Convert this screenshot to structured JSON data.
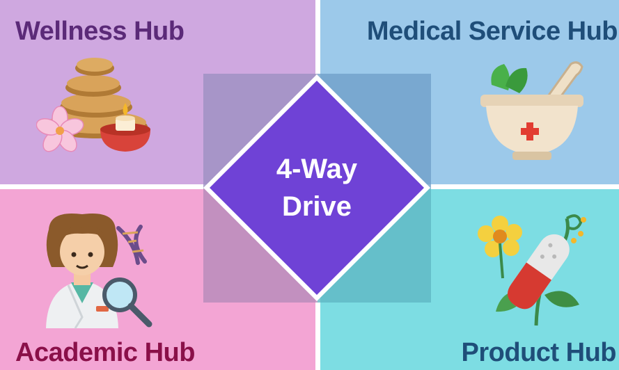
{
  "center": {
    "line1": "4-Way",
    "line2": "Drive"
  },
  "hubs": {
    "wellness": {
      "title": "Wellness Hub",
      "icon": "spa-stones-icon"
    },
    "medical": {
      "title": "Medical Service Hub",
      "icon": "mortar-pestle-icon"
    },
    "academic": {
      "title": "Academic Hub",
      "icon": "scientist-icon"
    },
    "product": {
      "title": "Product Hub",
      "icon": "herbal-capsule-icon"
    }
  },
  "colors": {
    "wellness_bg": "#cfa8e0",
    "medical_bg": "#9cc9ea",
    "academic_bg": "#f3a5d4",
    "product_bg": "#7ddde3",
    "center_diamond": "#6f42d6",
    "wellness_title": "#5b2a78",
    "medical_title": "#1f4e79",
    "academic_title": "#8a1049",
    "product_title": "#1f4e79"
  }
}
